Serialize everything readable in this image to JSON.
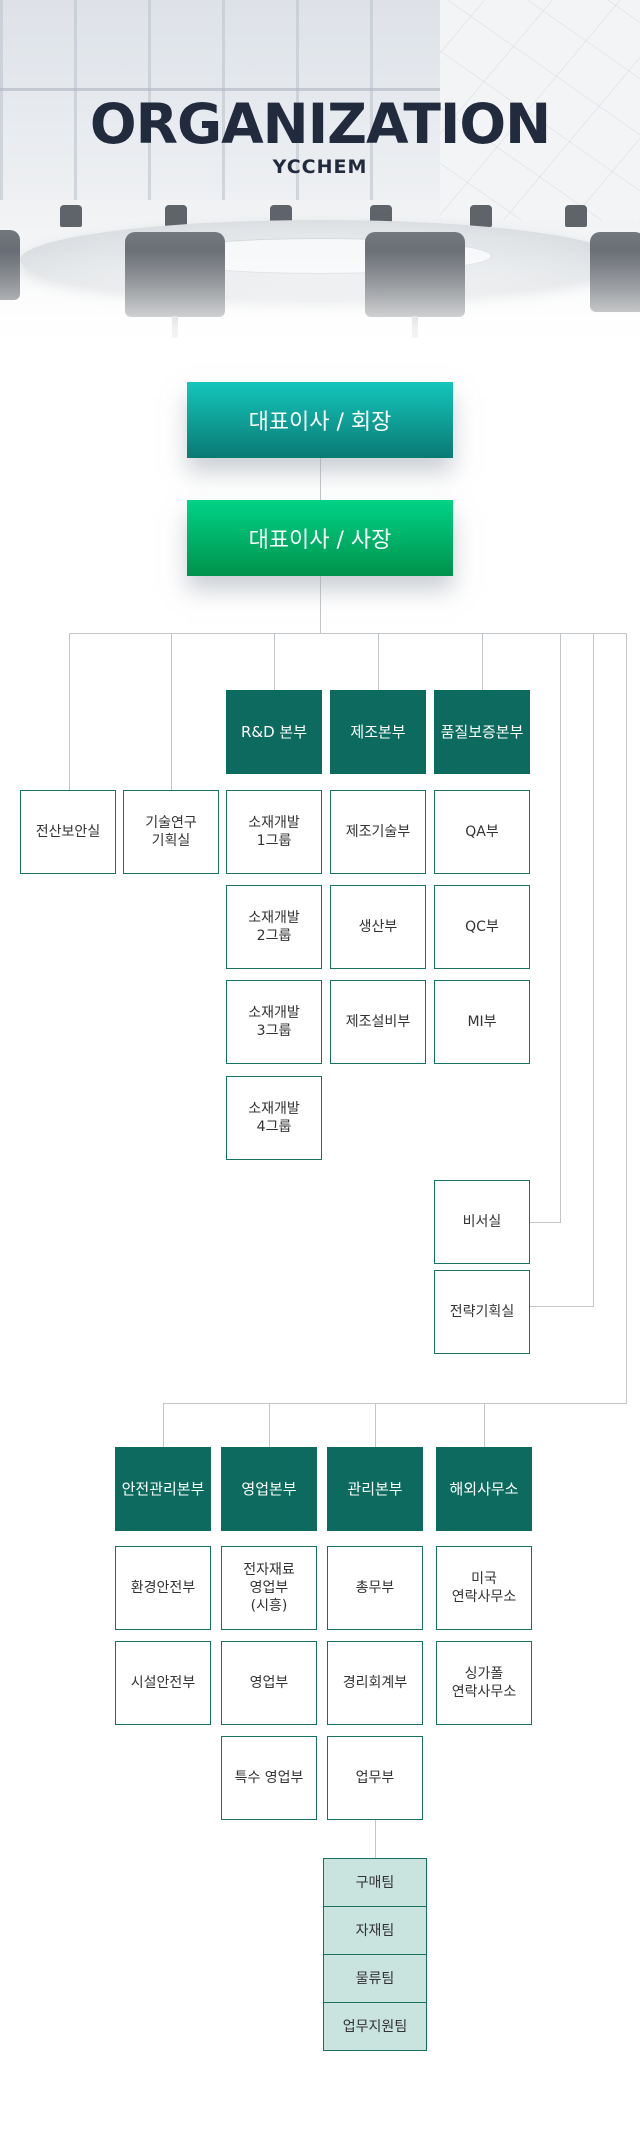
{
  "hero": {
    "title": "ORGANIZATION",
    "subtitle": "YCCHEM"
  },
  "org": {
    "chairman": "대표이사 / 회장",
    "president": "대표이사 / 사장",
    "upper_units": {
      "security": "전산보안실",
      "rnd_planning": "기술연구\n기획실",
      "rnd": {
        "head": "R&D 본부",
        "items": [
          "소재개발\n1그룹",
          "소재개발\n2그룹",
          "소재개발\n3그룹",
          "소재개발\n4그룹"
        ]
      },
      "manufacturing": {
        "head": "제조본부",
        "items": [
          "제조기술부",
          "생산부",
          "제조설비부"
        ]
      },
      "quality": {
        "head": "품질보증본부",
        "items": [
          "QA부",
          "QC부",
          "MI부"
        ]
      },
      "secretary": "비서실",
      "strategy": "전략기획실"
    },
    "lower_units": {
      "safety": {
        "head": "안전관리본부",
        "items": [
          "환경안전부",
          "시설안전부"
        ]
      },
      "sales": {
        "head": "영업본부",
        "items": [
          "전자재료\n영업부\n(시흥)",
          "영업부",
          "특수 영업부"
        ]
      },
      "admin": {
        "head": "관리본부",
        "items": [
          "총무부",
          "경리회계부",
          "업무부"
        ]
      },
      "overseas": {
        "head": "해외사무소",
        "items": [
          "미국\n연락사무소",
          "싱가폴\n연락사무소"
        ]
      }
    },
    "teams": [
      "구매팀",
      "자재팀",
      "물류팀",
      "업무지원팀"
    ]
  }
}
